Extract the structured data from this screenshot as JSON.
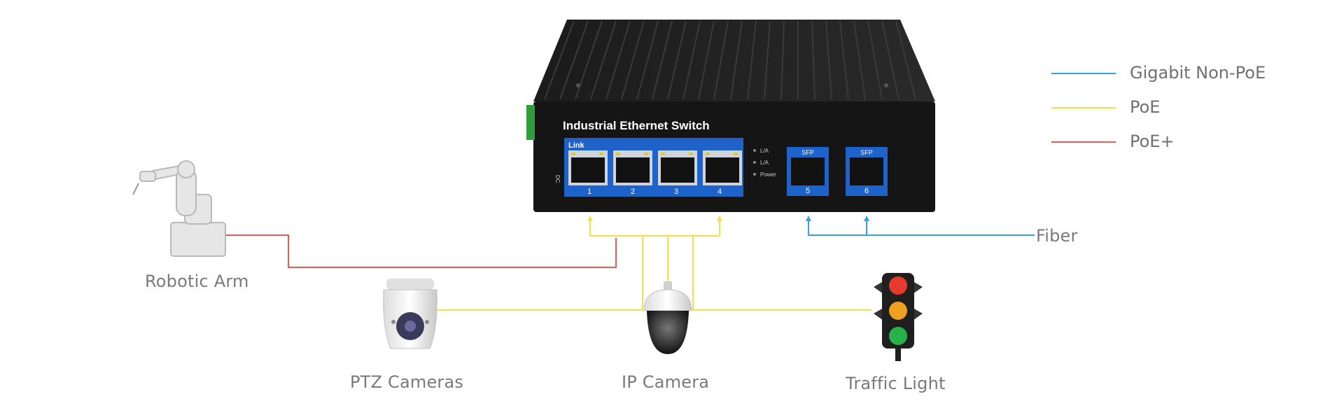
{
  "legend": [
    {
      "label": "Gigabit Non-PoE",
      "color": "#3aa0d8"
    },
    {
      "label": "PoE",
      "color": "#f2e14a"
    },
    {
      "label": "PoE+",
      "color": "#e35a5a"
    }
  ],
  "switch": {
    "title": "Industrial Ethernet Switch",
    "link_label": "Link",
    "dc_label": "DC",
    "ports": [
      "1",
      "2",
      "3",
      "4"
    ],
    "sfp_ports": [
      {
        "label": "SFP",
        "number": "5"
      },
      {
        "label": "SFP",
        "number": "6"
      }
    ],
    "indicators": [
      "L/A",
      "L/A",
      "Power"
    ]
  },
  "devices": {
    "robotic_arm": "Robotic Arm",
    "ptz_cameras": "PTZ Cameras",
    "ip_camera": "IP Camera",
    "traffic_light": "Traffic Light",
    "fiber": "Fiber"
  },
  "colors": {
    "poe_plus": "#e35a5a",
    "poe": "#f2e14a",
    "fiber": "#3aa0d8"
  }
}
